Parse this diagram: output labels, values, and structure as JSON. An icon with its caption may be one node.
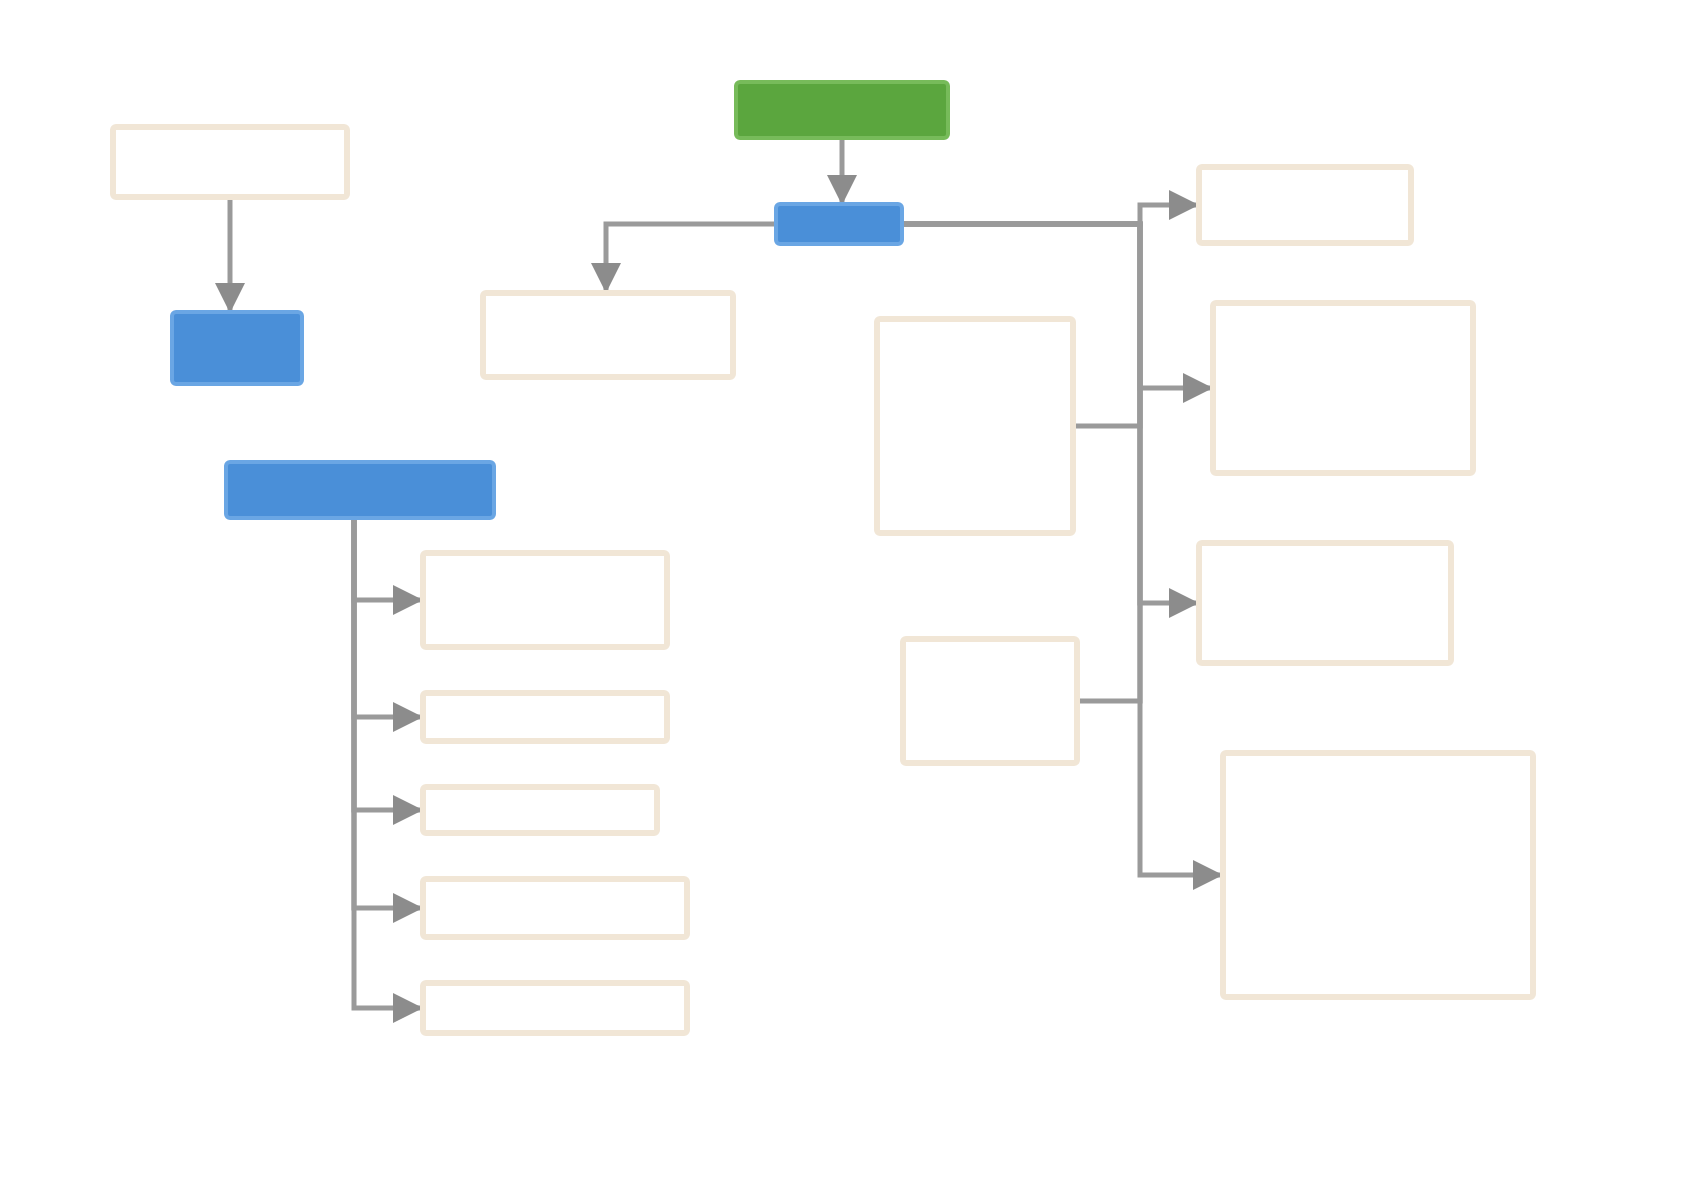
{
  "diagram": {
    "nodes": [
      {
        "text": [],
        "shape": "box"
      },
      {
        "text": [],
        "shape": "box"
      },
      {
        "text": [],
        "shape": "box"
      },
      {
        "text": [],
        "shape": "box"
      },
      {
        "text": [],
        "shape": "box"
      },
      {
        "text": [],
        "shape": "box"
      },
      {
        "text": [],
        "shape": "box"
      },
      {
        "text": [],
        "shape": "box"
      },
      {
        "text": [],
        "shape": "box"
      },
      {
        "text": [],
        "shape": "box"
      },
      {
        "text": [],
        "shape": "box"
      },
      {
        "text": [],
        "shape": "box"
      },
      {
        "text": [],
        "shape": "box"
      },
      {
        "text": [],
        "shape": "box"
      },
      {
        "text": [],
        "shape": "box"
      },
      {
        "text": [],
        "shape": "box"
      },
      {
        "text": [],
        "shape": "box"
      }
    ],
    "edges": [
      {
        "from": 1,
        "to": 6,
        "arrow": "to"
      },
      {
        "from": 0,
        "to": 3,
        "arrow": "to"
      },
      {
        "from": 3,
        "to": 4,
        "arrow": "to"
      },
      {
        "from": 3,
        "to": 2,
        "arrow": "to"
      },
      {
        "from": 3,
        "to": 5,
        "arrow": "to"
      },
      {
        "from": 3,
        "to": 9,
        "arrow": "to"
      },
      {
        "from": 3,
        "to": 13,
        "arrow": "to"
      },
      {
        "from": 7,
        "to": 3,
        "arrow": "none"
      },
      {
        "from": 11,
        "to": 3,
        "arrow": "none"
      },
      {
        "from": 8,
        "to": 10,
        "arrow": "to"
      },
      {
        "from": 8,
        "to": 12,
        "arrow": "to"
      },
      {
        "from": 8,
        "to": 14,
        "arrow": "to"
      },
      {
        "from": 8,
        "to": 15,
        "arrow": "to"
      },
      {
        "from": 8,
        "to": 16,
        "arrow": "to"
      }
    ]
  }
}
